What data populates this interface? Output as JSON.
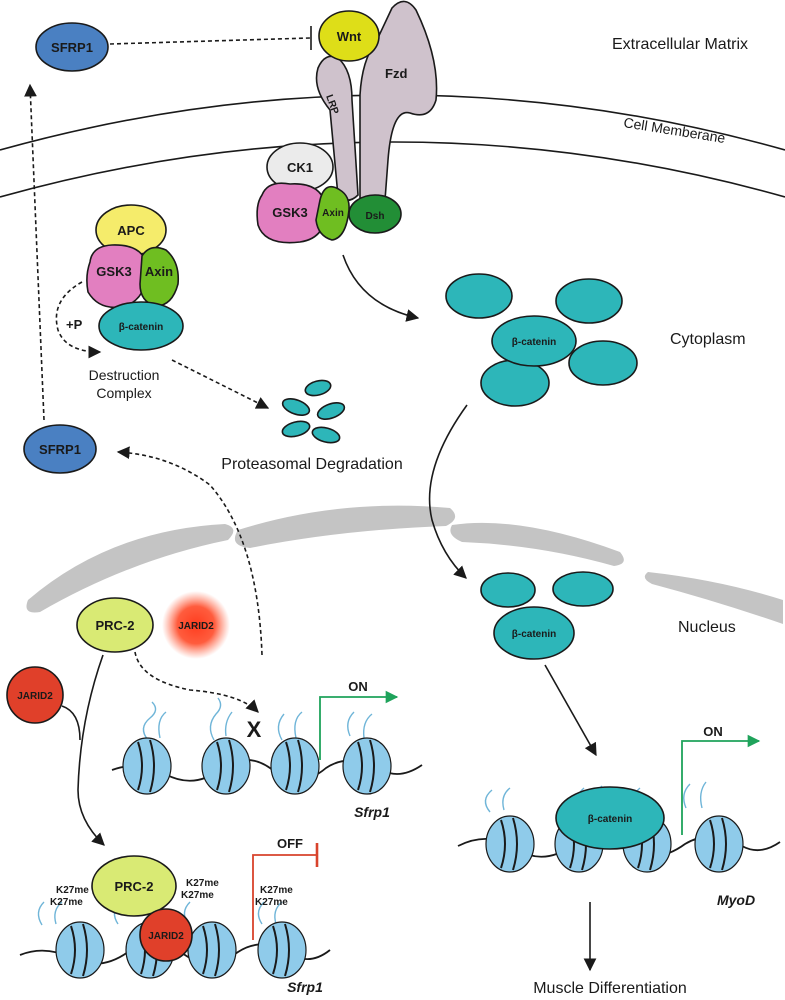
{
  "regions": {
    "extracellular": "Extracellular Matrix",
    "membrane": "Cell Memberane",
    "cytoplasm": "Cytoplasm",
    "nucleus": "Nucleus"
  },
  "labels": {
    "sfrp1_top": "SFRP1",
    "sfrp1_mid": "SFRP1",
    "wnt": "Wnt",
    "fzd": "Fzd",
    "lrp": "LRP",
    "ck1": "CK1",
    "gsk3_membrane": "GSK3",
    "axin_membrane": "Axin",
    "dsh": "Dsh",
    "apc": "APC",
    "gsk3_complex": "GSK3",
    "axin_complex": "Axin",
    "bcat_complex": "β-catenin",
    "plus_p": "+P",
    "destruction_line1": "Destruction",
    "destruction_line2": "Complex",
    "proteasomal": "Proteasomal Degradation",
    "bcat_cyto": "β-catenin",
    "bcat_nuclear": "β-catenin",
    "bcat_myod": "β-catenin",
    "prc2_top": "PRC-2",
    "jarid2_glow": "JARID2",
    "jarid2_left": "JARID2",
    "x_mark": "X",
    "on_sfrp1": "ON",
    "sfrp1_gene_top": "Sfrp1",
    "prc2_bottom": "PRC-2",
    "jarid2_bottom": "JARID2",
    "k27me_1": "K27me",
    "k27me_2": "K27me",
    "k27me_3": "K27me",
    "k27me_4": "K27me",
    "k27me_5": "K27me",
    "k27me_6": "K27me",
    "off": "OFF",
    "sfrp1_gene_bottom": "Sfrp1",
    "on_myod": "ON",
    "myod_gene": "MyoD",
    "muscle": "Muscle Differentiation"
  },
  "colors": {
    "sfrp1": "#4a80c2",
    "wnt": "#dede18",
    "receptor": "#cfc2cc",
    "ck1": "#ebebeb",
    "gsk3": "#e27fc0",
    "axin": "#6fbe21",
    "dsh": "#228e36",
    "apc": "#f5ec6b",
    "beta_catenin": "#2db6b9",
    "prc2": "#d9ea74",
    "jarid2": "#e0402a",
    "nucleosome": "#8fcbea",
    "on_arrow": "#1fa35b",
    "off_arrow": "#d8432c",
    "nuclear_envelope": "#c4c4c4"
  }
}
